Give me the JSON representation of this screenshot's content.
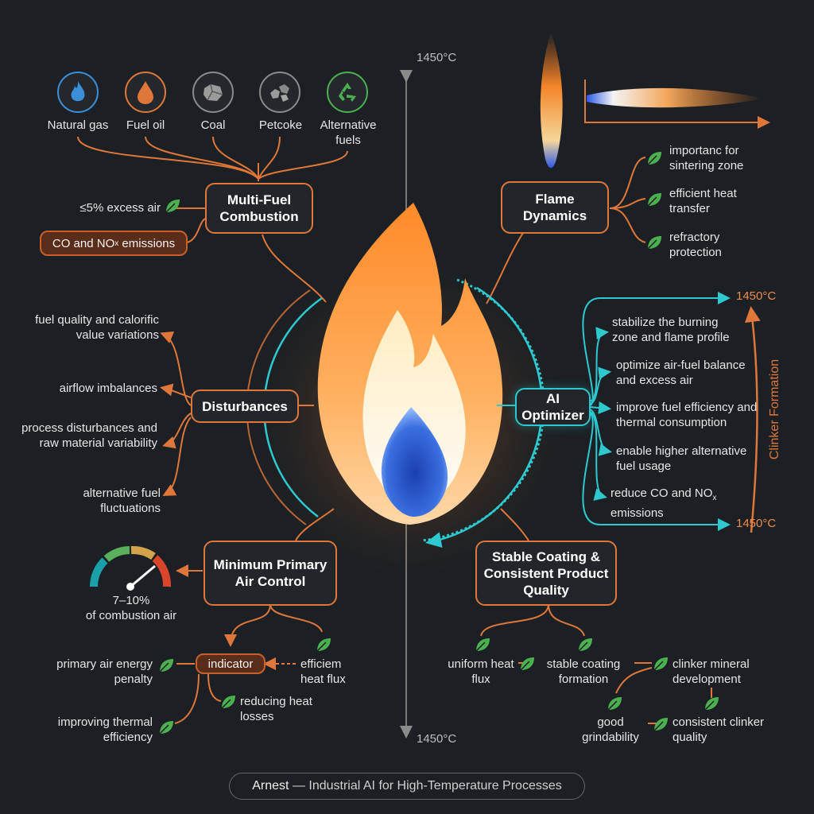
{
  "axis": {
    "top_temp": "1450°C",
    "bottom_temp": "1450°C"
  },
  "fuels": [
    {
      "label": "Natural gas",
      "icon": "flame-icon",
      "color": "#3a8fd8"
    },
    {
      "label": "Fuel oil",
      "icon": "oil-drop-icon",
      "color": "#e0773a"
    },
    {
      "label": "Coal",
      "icon": "coal-icon",
      "color": "#9a9a9a"
    },
    {
      "label": "Petcoke",
      "icon": "petcoke-icon",
      "color": "#9a9a9a"
    },
    {
      "label": "Alternative fuels",
      "icon": "recycle-icon",
      "color": "#4caf50"
    }
  ],
  "multi_fuel": {
    "title": "Multi-Fuel Combustion",
    "excess_air": "≤5% excess air",
    "emissions_prefix": "CO and NO",
    "emissions_sub": "x",
    "emissions_suffix": " emissions"
  },
  "flame_dynamics": {
    "title": "Flame Dynamics",
    "items": [
      "importanc for sintering zone",
      "efficient heat transfer",
      "refractory protection"
    ]
  },
  "disturbances": {
    "title": "Disturbances",
    "items": [
      "fuel quality and calorific value variations",
      "airflow imbalances",
      "process disturbances and raw material variability",
      "alternative fuel fluctuations"
    ]
  },
  "ai_optimizer": {
    "title": "AI Optimizer",
    "top_temp": "1450°C",
    "bottom_temp": "1450°C",
    "side_label": "Clinker Formation",
    "items": [
      "stabilize the burning zone and flame profile",
      "optimize air-fuel balance and excess air",
      "improve fuel efficiency and thermal consumption",
      "enable higher alternative fuel usage"
    ],
    "last_prefix": "reduce CO and NO",
    "last_sub": "x",
    "last_suffix": "emissions"
  },
  "primary_air": {
    "title": "Minimum Primary Air Control",
    "gauge_value": "7–10%",
    "gauge_caption": "of combustion air",
    "indicator": "indicator",
    "left_item": "primary air energy penalty",
    "right_item": "efficiem heat flux",
    "reducing": "reducing heat losses",
    "improving": "improving thermal efficiency"
  },
  "coating": {
    "title": "Stable Coating & Consistent Product Quality",
    "uniform": "uniform heat flux",
    "stable": "stable coating formation",
    "clinker_mineral": "clinker mineral development",
    "grindability": "good grindability",
    "consistent": "consistent clinker quality"
  },
  "footer": {
    "brand": "Arnest",
    "tagline": " — Industrial AI for High-Temperature Processes"
  },
  "colors": {
    "accent": "#e0773a",
    "ai": "#2ec9cf",
    "leaf": "#4caf50",
    "bg": "#1c2024"
  }
}
